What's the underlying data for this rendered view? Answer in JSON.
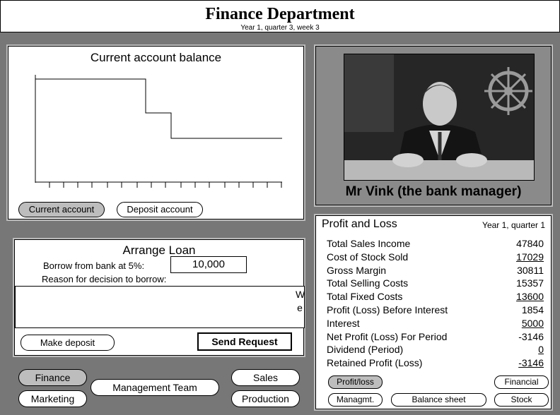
{
  "header": {
    "title": "Finance Department",
    "subtitle": "Year 1, quarter 3, week 3"
  },
  "balance_panel": {
    "title": "Current account balance",
    "buttons": {
      "current": "Current account",
      "deposit": "Deposit account"
    },
    "selected": "current"
  },
  "manager": {
    "name": "Mr Vink (the bank manager)"
  },
  "loan": {
    "title": "Arrange Loan",
    "borrow_label": "Borrow from bank at 5%:",
    "amount": "10,000",
    "reason_label": "Reason for decision to borrow:",
    "reason_fragment_1": "W",
    "reason_fragment_2": "e",
    "deposit_button": "Make deposit",
    "send_button": "Send Request"
  },
  "nav": {
    "finance": "Finance",
    "marketing": "Marketing",
    "management": "Management Team",
    "sales": "Sales",
    "production": "Production",
    "selected": "finance"
  },
  "profit_loss": {
    "title": "Profit and Loss",
    "period": "Year 1, quarter 1",
    "rows": [
      {
        "label": "Total Sales Income",
        "value": "47840",
        "underline": false
      },
      {
        "label": "Cost of Stock Sold",
        "value": "17029",
        "underline": true
      },
      {
        "label": "Gross Margin",
        "value": "30811",
        "underline": false
      },
      {
        "label": "Total Selling Costs",
        "value": "15357",
        "underline": false
      },
      {
        "label": "Total Fixed Costs",
        "value": "13600",
        "underline": true
      },
      {
        "label": "Profit (Loss) Before Interest",
        "value": "1854",
        "underline": false
      },
      {
        "label": "Interest",
        "value": "5000",
        "underline": true
      },
      {
        "label": "Net Profit (Loss) For Period",
        "value": "-3146",
        "underline": false
      },
      {
        "label": "Dividend (Period)",
        "value": "0",
        "underline": true
      },
      {
        "label": "Retained Profit (Loss)",
        "value": "-3146",
        "underline": true
      }
    ],
    "buttons": {
      "profit_loss": "Profit/loss",
      "financial": "Financial",
      "management": "Managmt.",
      "balance_sheet": "Balance sheet",
      "stock": "Stock"
    },
    "selected": "profit_loss"
  }
}
